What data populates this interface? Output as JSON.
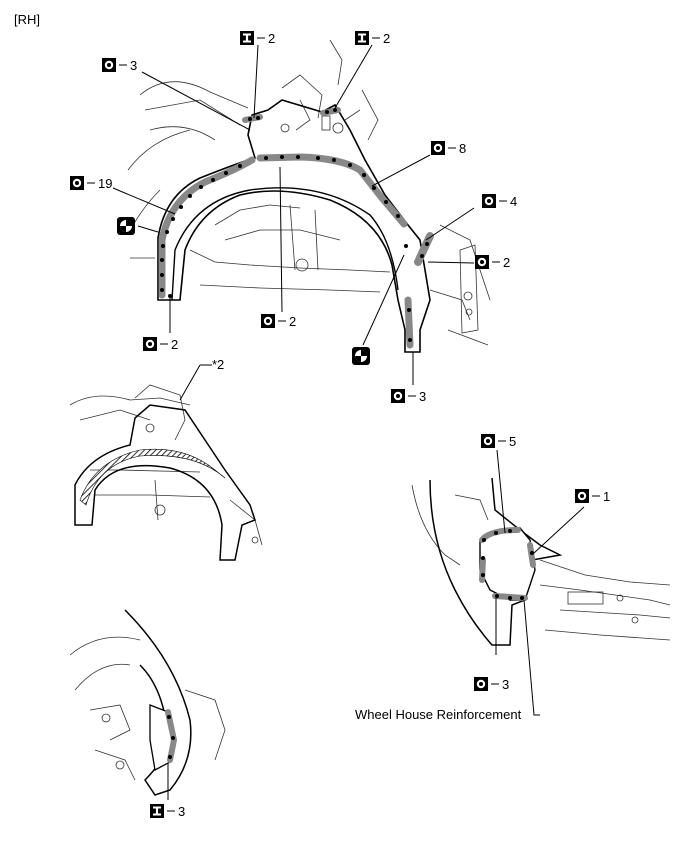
{
  "corner_label": "[RH]",
  "note_label": "*2",
  "part_label": "Wheel House Reinforcement",
  "symbols": {
    "spot_weld": "ring-symbol",
    "plug_weld": "i-beam-symbol",
    "arc_weld": "quartered-circle-symbol"
  },
  "callouts": [
    {
      "id": "c1",
      "symbol": "plug_weld",
      "count": "2"
    },
    {
      "id": "c2",
      "symbol": "plug_weld",
      "count": "2"
    },
    {
      "id": "c3",
      "symbol": "spot_weld",
      "count": "3"
    },
    {
      "id": "c4",
      "symbol": "spot_weld",
      "count": "8"
    },
    {
      "id": "c5",
      "symbol": "spot_weld",
      "count": "19"
    },
    {
      "id": "c6",
      "symbol": "spot_weld",
      "count": "4"
    },
    {
      "id": "c7",
      "symbol": "spot_weld",
      "count": "2"
    },
    {
      "id": "c8",
      "symbol": "spot_weld",
      "count": "2"
    },
    {
      "id": "c9",
      "symbol": "spot_weld",
      "count": "2"
    },
    {
      "id": "c10",
      "symbol": "spot_weld",
      "count": "3"
    },
    {
      "id": "c11",
      "symbol": "spot_weld",
      "count": "5"
    },
    {
      "id": "c12",
      "symbol": "spot_weld",
      "count": "1"
    },
    {
      "id": "c13",
      "symbol": "spot_weld",
      "count": "3"
    },
    {
      "id": "c14",
      "symbol": "plug_weld",
      "count": "3"
    }
  ]
}
